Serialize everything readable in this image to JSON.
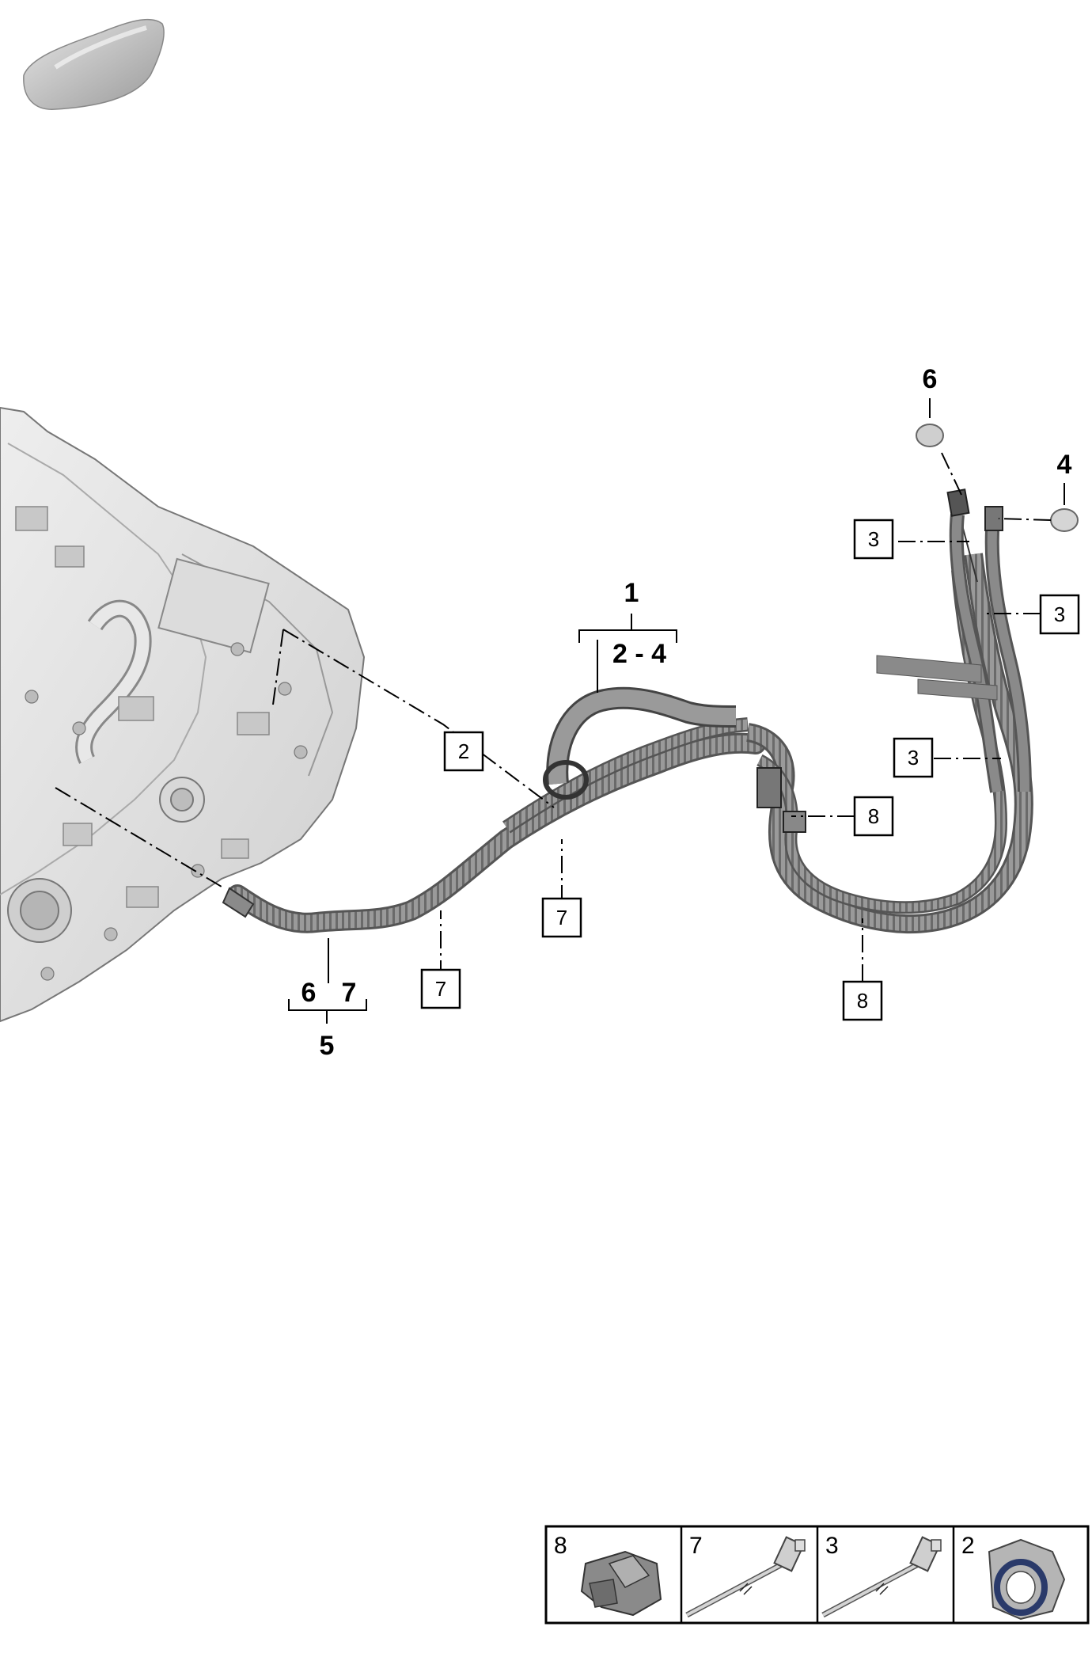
{
  "callouts": {
    "c1": "1",
    "c2_4": "2 - 4",
    "c6_top": "6",
    "c4_top": "4",
    "c6_bottom": "6",
    "c7_bottom": "7",
    "c5": "5"
  },
  "boxes": {
    "b2": "2",
    "b3a": "3",
    "b3b": "3",
    "b3c": "3",
    "b8a": "8",
    "b8b": "8",
    "b7a": "7",
    "b7b": "7"
  },
  "legend": [
    {
      "label": "8",
      "icon": "clip-icon"
    },
    {
      "label": "7",
      "icon": "cable-tie-icon"
    },
    {
      "label": "3",
      "icon": "cable-tie-icon"
    },
    {
      "label": "2",
      "icon": "hose-clamp-icon"
    }
  ]
}
